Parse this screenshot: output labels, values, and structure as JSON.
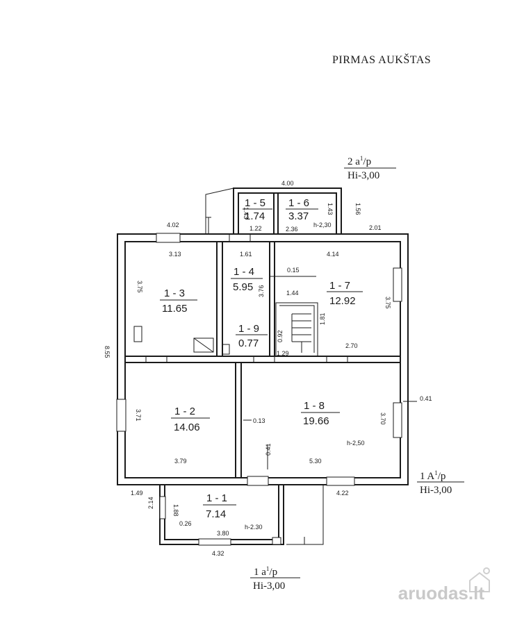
{
  "header": {
    "title": "PIRMAS AUKŠTAS"
  },
  "levels": {
    "top": {
      "label": "2 a",
      "sup": "1",
      "suffix": "/p",
      "height": "Hi-3,00"
    },
    "right": {
      "label": "1 A",
      "sup": "1",
      "suffix": "/p",
      "height": "Hi-3,00"
    },
    "bottom": {
      "label": "1 a",
      "sup": "1",
      "suffix": "/p",
      "height": "Hi-3,00"
    }
  },
  "rooms": [
    {
      "key": "r1_1",
      "id": "1 - 1",
      "area": "7.14"
    },
    {
      "key": "r1_2",
      "id": "1 - 2",
      "area": "14.06"
    },
    {
      "key": "r1_3",
      "id": "1 - 3",
      "area": "11.65"
    },
    {
      "key": "r1_4",
      "id": "1 - 4",
      "area": "5.95"
    },
    {
      "key": "r1_5",
      "id": "1 - 5",
      "area": "1.74"
    },
    {
      "key": "r1_6",
      "id": "1 - 6",
      "area": "3.37"
    },
    {
      "key": "r1_7",
      "id": "1 - 7",
      "area": "12.92"
    },
    {
      "key": "r1_8",
      "id": "1 - 8",
      "area": "19.66"
    },
    {
      "key": "r1_9",
      "id": "1 - 9",
      "area": "0.77"
    }
  ],
  "dimensions": {
    "d400": "4.00",
    "d143a": "1.43",
    "d143b": "1.43",
    "d156": "1.56",
    "d402": "4.02",
    "d122": "1.22",
    "d236": "2.36",
    "h230a": "h-2,30",
    "d201": "2.01",
    "d313": "3.13",
    "d161": "1.61",
    "d414": "4.14",
    "d375a": "3.75",
    "d015": "0.15",
    "d144": "1.44",
    "d376": "3.76",
    "d375b": "3.75",
    "d181": "1.81",
    "d092": "0.92",
    "d129": "1.29",
    "d270": "2.70",
    "d855": "8.55",
    "d371": "3.71",
    "d013": "0.13",
    "d370": "3.70",
    "d041a": "0.41",
    "d250": "h-2,50",
    "d379": "3.79",
    "d041b": "0.41",
    "d530": "5.30",
    "d149": "1.49",
    "d422": "4.22",
    "d214": "2.14",
    "d188": "1.88",
    "d026": "0.26",
    "d380": "3.80",
    "h230b": "h-2.30",
    "d432": "4.32"
  },
  "watermark": {
    "brand": "aruodas",
    "tld": ".lt"
  }
}
